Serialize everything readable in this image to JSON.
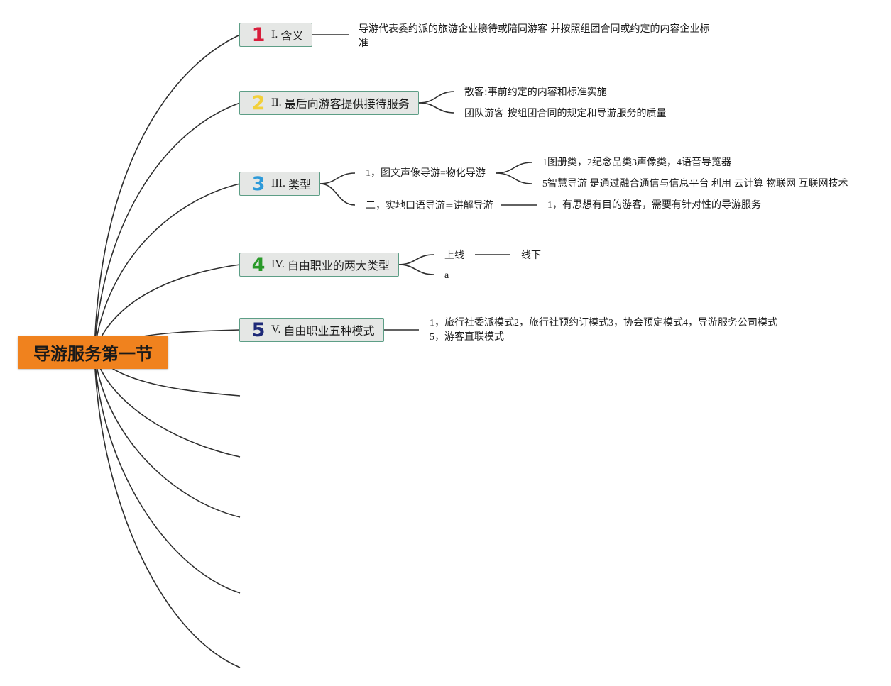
{
  "root": {
    "title": "导游服务第一节"
  },
  "topics": [
    {
      "number": "1",
      "number_color": "#d81e3c",
      "roman": "I.",
      "label": "含义"
    },
    {
      "number": "2",
      "number_color": "#f2d03b",
      "roman": "II.",
      "label": "最后向游客提供接待服务"
    },
    {
      "number": "3",
      "number_color": "#2d9ad9",
      "roman": "III.",
      "label": "类型"
    },
    {
      "number": "4",
      "number_color": "#2a9a2a",
      "roman": "IV.",
      "label": "自由职业的两大类型"
    },
    {
      "number": "5",
      "number_color": "#1e2a78",
      "roman": "V.",
      "label": "自由职业五种模式"
    }
  ],
  "leaves": {
    "t1": "导游代表委约派的旅游企业接待或陪同游客 并按照组团合同或约定的内容企业标准",
    "t2a": "散客:事前约定的内容和标准实施",
    "t2b": "团队游客 按组团合同的规定和导游服务的质量",
    "t3a": "1，图文声像导游=物化导游",
    "t3a1": "1图册类，2纪念品类3声像类，4语音导览器",
    "t3a2": "5智慧导游 是通过融合通信与信息平台 利用 云计算 物联网 互联网技术",
    "t3b": "二，实地口语导游=讲解导游",
    "t3b1": "1，有思想有目的游客，需要有针对性的导游服务",
    "t4a": "上线",
    "t4a1": "线下",
    "t4b": "a",
    "t5a": "1，旅行社委派模式2，旅行社预约订模式3，协会预定模式4，导游服务公司模式",
    "t5b": "5，游客直联模式"
  },
  "colors": {
    "root_fill": "#f0821e",
    "topic_fill": "#e5e7e5",
    "topic_border": "#5d9e86",
    "connector": "#2e2e2e"
  }
}
